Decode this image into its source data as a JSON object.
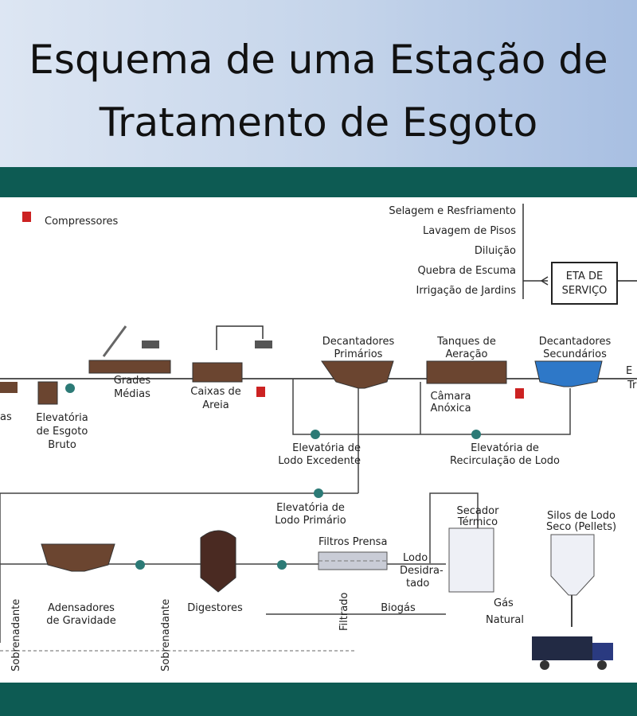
{
  "header": {
    "title_line1": "Esquema de uma Estação de",
    "title_line2": "Tratamento de Esgoto"
  },
  "legend": {
    "compressores": "Compressores"
  },
  "uses": [
    "Selagem e Resfriamento",
    "Lavagem de Pisos",
    "Diluição",
    "Quebra de Escuma",
    "Irrigação de Jardins"
  ],
  "eta": {
    "line1": "ETA DE",
    "line2": "SERVIÇO"
  },
  "labels": {
    "edge_left": "as",
    "elevatoria_bruto_1": "Elevatória",
    "elevatoria_bruto_2": "de Esgoto",
    "elevatoria_bruto_3": "Bruto",
    "grades_1": "Grades",
    "grades_2": "Médias",
    "caixas_1": "Caixas de",
    "caixas_2": "Areia",
    "decant_prim_1": "Decantadores",
    "decant_prim_2": "Primários",
    "tanques_1": "Tanques de",
    "tanques_2": "Aeração",
    "camara_1": "Câmara",
    "camara_2": "Anóxica",
    "decant_sec_1": "Decantadores",
    "decant_sec_2": "Secundários",
    "edge_right_1": "E",
    "edge_right_2": "Tr",
    "elev_excedente_1": "Elevatória de",
    "elev_excedente_2": "Lodo Excedente",
    "elev_recirc_1": "Elevatória de",
    "elev_recirc_2": "Recirculação de Lodo",
    "elev_primario_1": "Elevatória de",
    "elev_primario_2": "Lodo Primário",
    "secador_1": "Secador",
    "secador_2": "Térmico",
    "silos_1": "Silos de Lodo",
    "silos_2": "Seco (Pellets)",
    "filtros": "Filtros Prensa",
    "lodo_1": "Lodo",
    "lodo_2": "Desidra-",
    "lodo_3": "tado",
    "adensadores_1": "Adensadores",
    "adensadores_2": "de Gravidade",
    "digestores": "Digestores",
    "biogas": "Biogás",
    "gas_1": "Gás",
    "gas_2": "Natural",
    "sobrenadante": "Sobrenadante",
    "filtrado": "Filtrado"
  },
  "colors": {
    "teal_band": "#0d5b53",
    "sludge": "#6b4530",
    "water": "#2e78c8",
    "compressor": "#cc2222",
    "pump": "#2c7a76"
  }
}
